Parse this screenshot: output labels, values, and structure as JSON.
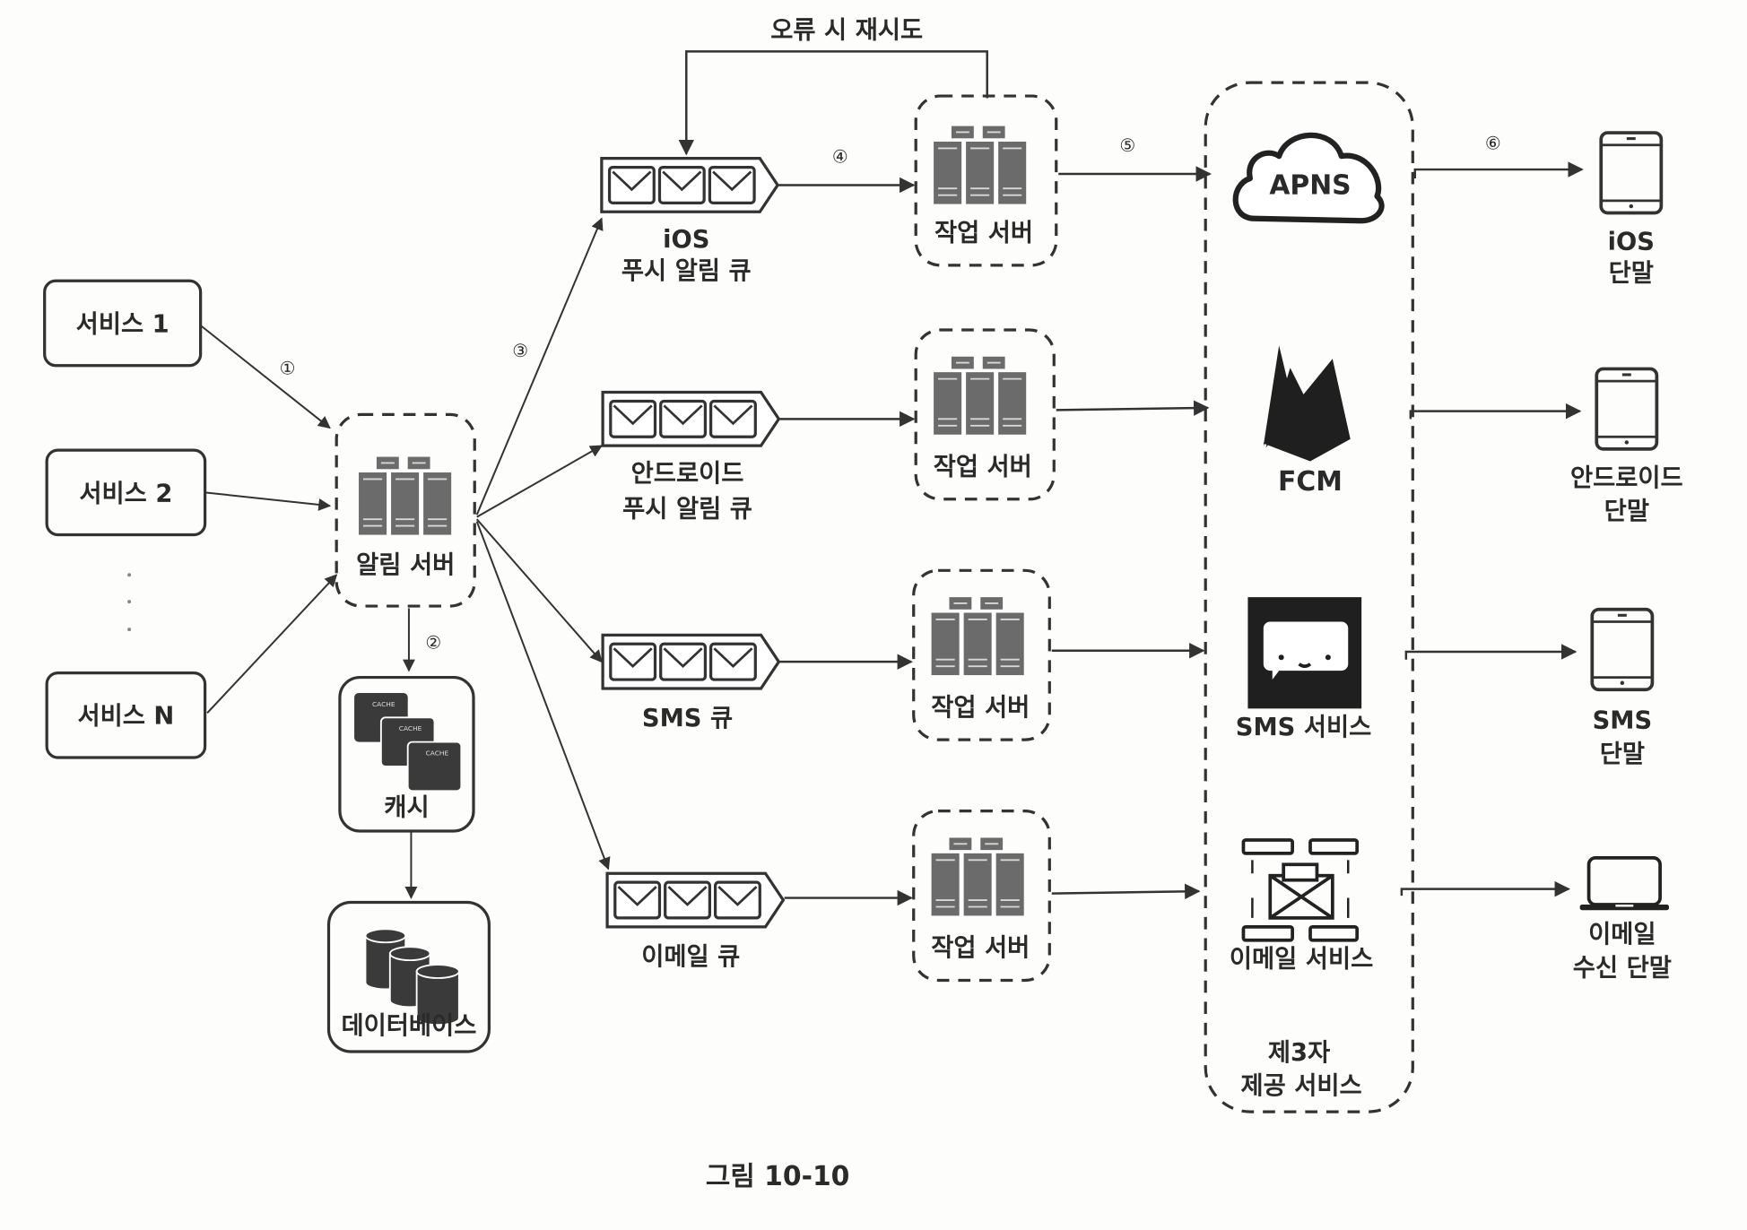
{
  "figure": {
    "caption": "그림 10-10",
    "retry_label": "오류 시 재시도"
  },
  "services": [
    {
      "label": "서비스 1"
    },
    {
      "label": "서비스 2"
    },
    {
      "label": "서비스 N"
    }
  ],
  "notification_server": {
    "label": "알림 서버"
  },
  "cache": {
    "label": "캐시",
    "tile_text": "CACHE"
  },
  "database": {
    "label": "데이터베이스"
  },
  "steps": [
    "①",
    "②",
    "③",
    "④",
    "⑤",
    "⑥"
  ],
  "queues": [
    {
      "line1": "iOS",
      "line2": "푸시 알림 큐"
    },
    {
      "line1": "안드로이드",
      "line2": "푸시 알림 큐"
    },
    {
      "line1": "SMS 큐",
      "line2": ""
    },
    {
      "line1": "이메일 큐",
      "line2": ""
    }
  ],
  "workers": [
    {
      "label": "작업 서버"
    },
    {
      "label": "작업 서버"
    },
    {
      "label": "작업 서버"
    },
    {
      "label": "작업 서버"
    }
  ],
  "third_party": {
    "group_line1": "제3자",
    "group_line2": "제공 서비스",
    "providers": [
      {
        "label": "APNS",
        "icon": "cloud-icon"
      },
      {
        "label": "FCM",
        "icon": "firebase-icon"
      },
      {
        "label": "SMS 서비스",
        "icon": "chat-bubble-icon"
      },
      {
        "label": "이메일 서비스",
        "icon": "email-server-icon"
      }
    ]
  },
  "devices": [
    {
      "line1": "iOS",
      "line2": "단말",
      "icon": "phone-icon"
    },
    {
      "line1": "안드로이드",
      "line2": "단말",
      "icon": "phone-icon"
    },
    {
      "line1": "SMS",
      "line2": "단말",
      "icon": "phone-icon"
    },
    {
      "line1": "이메일",
      "line2": "수신 단말",
      "icon": "laptop-icon"
    }
  ]
}
